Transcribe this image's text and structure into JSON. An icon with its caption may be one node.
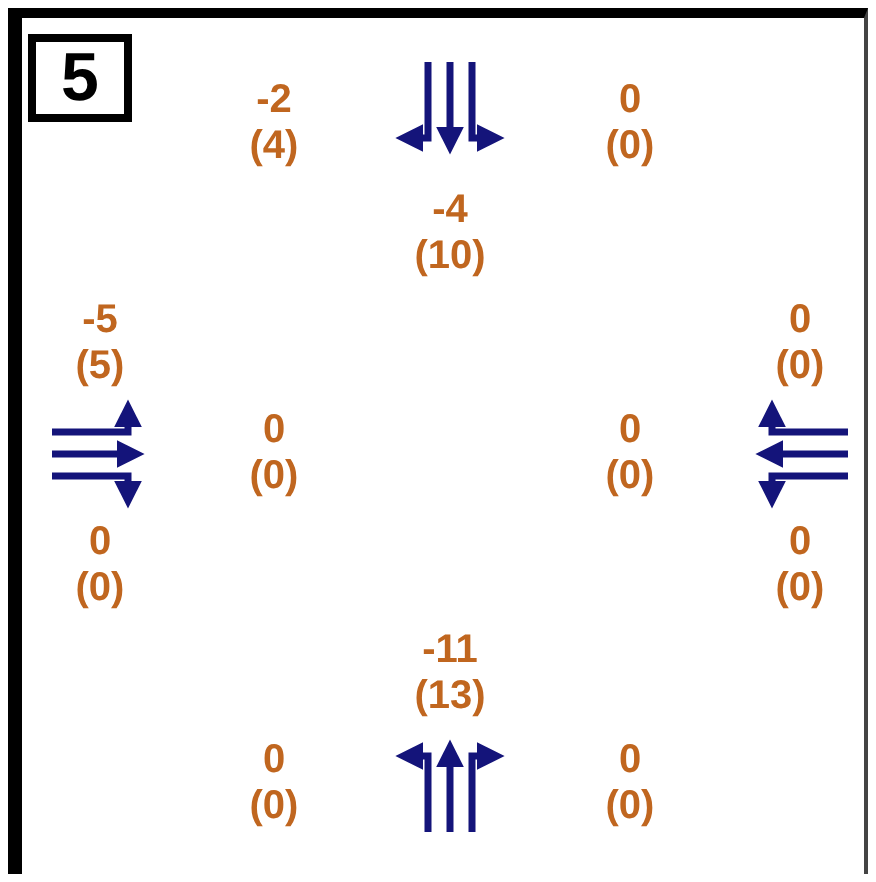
{
  "diagram": {
    "labels": [
      "5",
      "-2 (4)",
      "0 (0)",
      "-4 (10)",
      "-5 (5)",
      "0 (0)",
      "0 (0)",
      "0 (0)",
      "0 (0)",
      "0 (0)",
      "-11 (13)",
      "0 (0)",
      "0 (0)"
    ]
  }
}
